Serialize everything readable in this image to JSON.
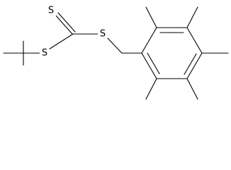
{
  "diagram": {
    "type": "skeletal-structure",
    "bond_color": "#000000",
    "background": "#ffffff",
    "atoms": {
      "s_thione": "S",
      "s_left": "S",
      "s_right": "S"
    }
  }
}
